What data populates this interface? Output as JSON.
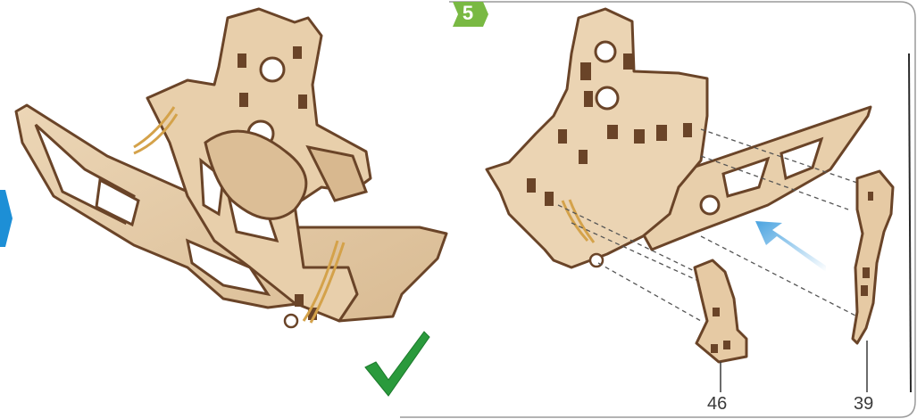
{
  "step": {
    "number": "5"
  },
  "callouts": {
    "part_a": "46",
    "part_b": "39"
  },
  "icons": {
    "check": "check-icon",
    "arrow": "insert-arrow-icon",
    "step_marker": "step-hexagon-icon"
  },
  "colors": {
    "wood": "#e2c7a3",
    "wood_edge": "#6a4428",
    "step_green": "#79b943",
    "check_green": "#2a9a3c",
    "arrow_blue": "#4aa3e0",
    "side_tab_blue": "#1d8fd6"
  }
}
